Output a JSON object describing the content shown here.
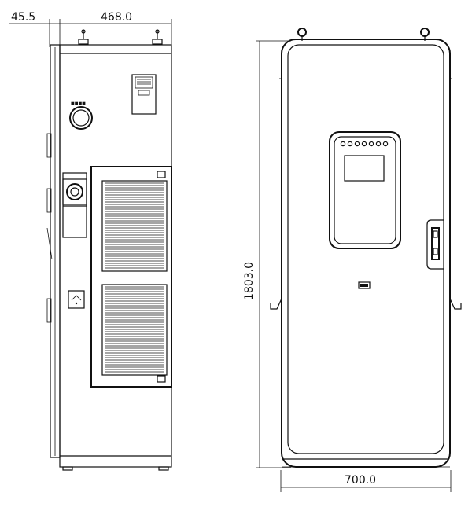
{
  "dimensions": {
    "side_depth_offset": "45.5",
    "side_depth": "468.0",
    "height": "1803.0",
    "width": "700.0"
  },
  "colors": {
    "line": "#111111",
    "background": "#ffffff"
  },
  "icons": {
    "emergency_stop": "emergency-stop-button-icon",
    "connector": "charging-connector-icon",
    "lifting_eye": "lifting-eye-icon",
    "door_handle": "door-handle-icon"
  }
}
